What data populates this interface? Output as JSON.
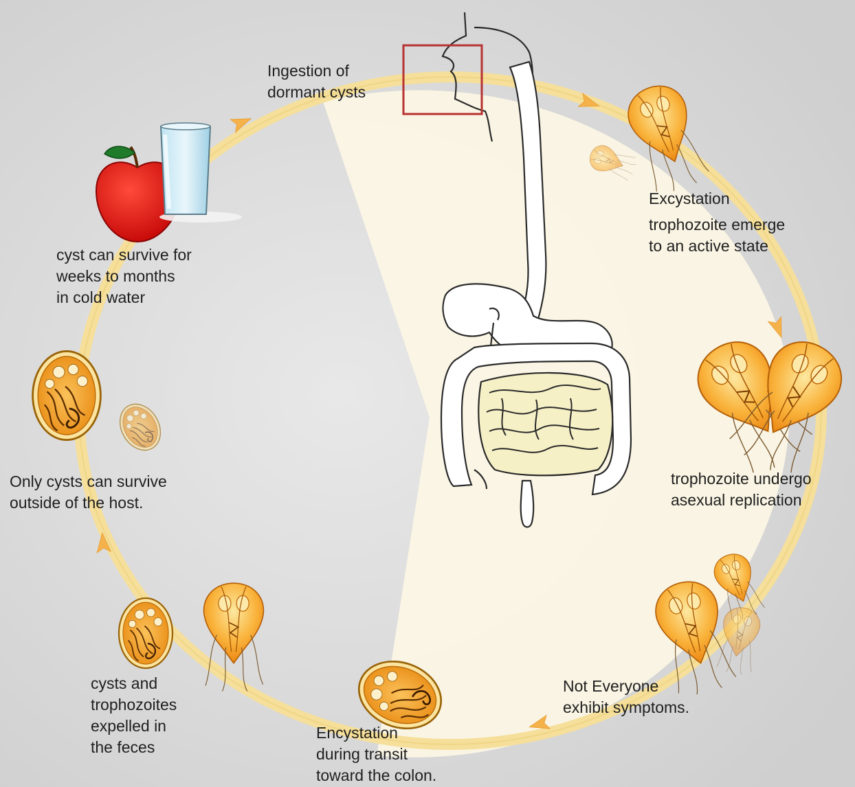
{
  "labels": {
    "ingestion": "Ingestion of\ndormant cysts",
    "excystation_title": "Excystation",
    "excystation_body": "trophozoite emerge\nto an active state",
    "replication": "trophozoite undergo\nasexual replication",
    "symptoms": "Not Everyone\nexhibit symptoms.",
    "encystation": "Encystation\nduring transit\ntoward the colon.",
    "expelled": "cysts and\ntrophozoites\nexpelled in\nthe feces",
    "survive_outside": "Only cysts can survive\noutside of the host.",
    "cold_water": "cyst can survive for\nweeks to months\nin cold water"
  },
  "colors": {
    "background": "#d6d6d6",
    "cycle_ring": "#f5df9a",
    "wedge": "#fbf6e4",
    "parasite": "#f7a21b",
    "parasite_light": "#fde49a",
    "apple": "#e01010",
    "highlight_box": "#b83232"
  },
  "icons": [
    "apple-icon",
    "water-glass-icon",
    "digestive-system-icon",
    "cyst-icon",
    "trophozoite-icon"
  ]
}
